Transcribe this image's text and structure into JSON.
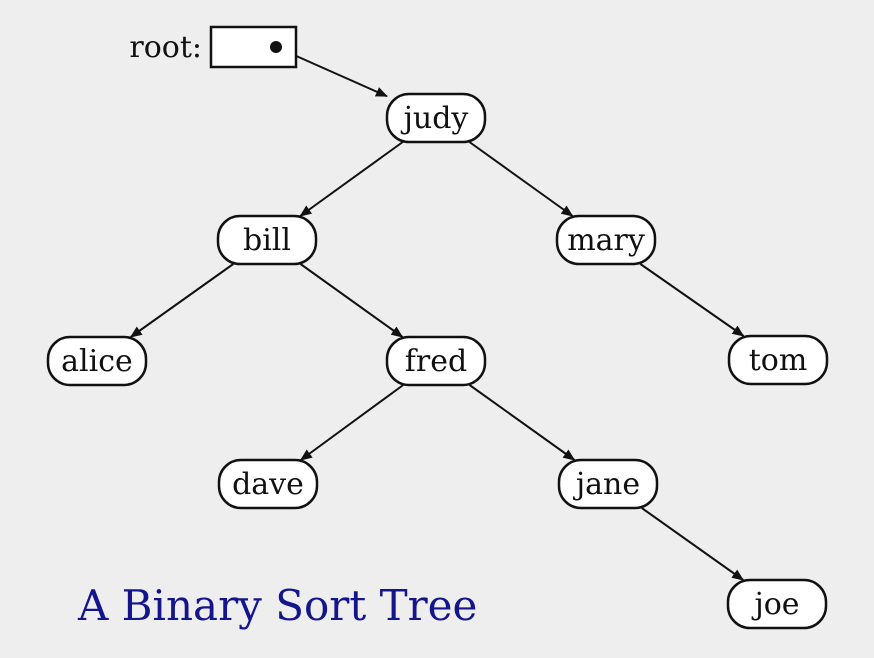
{
  "diagram": {
    "root_label": "root:",
    "caption": "A Binary Sort Tree",
    "nodes": [
      {
        "id": "judy",
        "label": "judy"
      },
      {
        "id": "bill",
        "label": "bill"
      },
      {
        "id": "mary",
        "label": "mary"
      },
      {
        "id": "alice",
        "label": "alice"
      },
      {
        "id": "fred",
        "label": "fred"
      },
      {
        "id": "tom",
        "label": "tom"
      },
      {
        "id": "dave",
        "label": "dave"
      },
      {
        "id": "jane",
        "label": "jane"
      },
      {
        "id": "joe",
        "label": "joe"
      }
    ],
    "edges": [
      {
        "from": "root",
        "to": "judy"
      },
      {
        "from": "judy",
        "to": "bill"
      },
      {
        "from": "judy",
        "to": "mary"
      },
      {
        "from": "bill",
        "to": "alice"
      },
      {
        "from": "bill",
        "to": "fred"
      },
      {
        "from": "mary",
        "to": "tom"
      },
      {
        "from": "fred",
        "to": "dave"
      },
      {
        "from": "fred",
        "to": "jane"
      },
      {
        "from": "jane",
        "to": "joe"
      }
    ],
    "colors": {
      "background": "#eeeeee",
      "node_fill": "#ffffff",
      "stroke": "#111111",
      "caption": "#14148c"
    }
  }
}
